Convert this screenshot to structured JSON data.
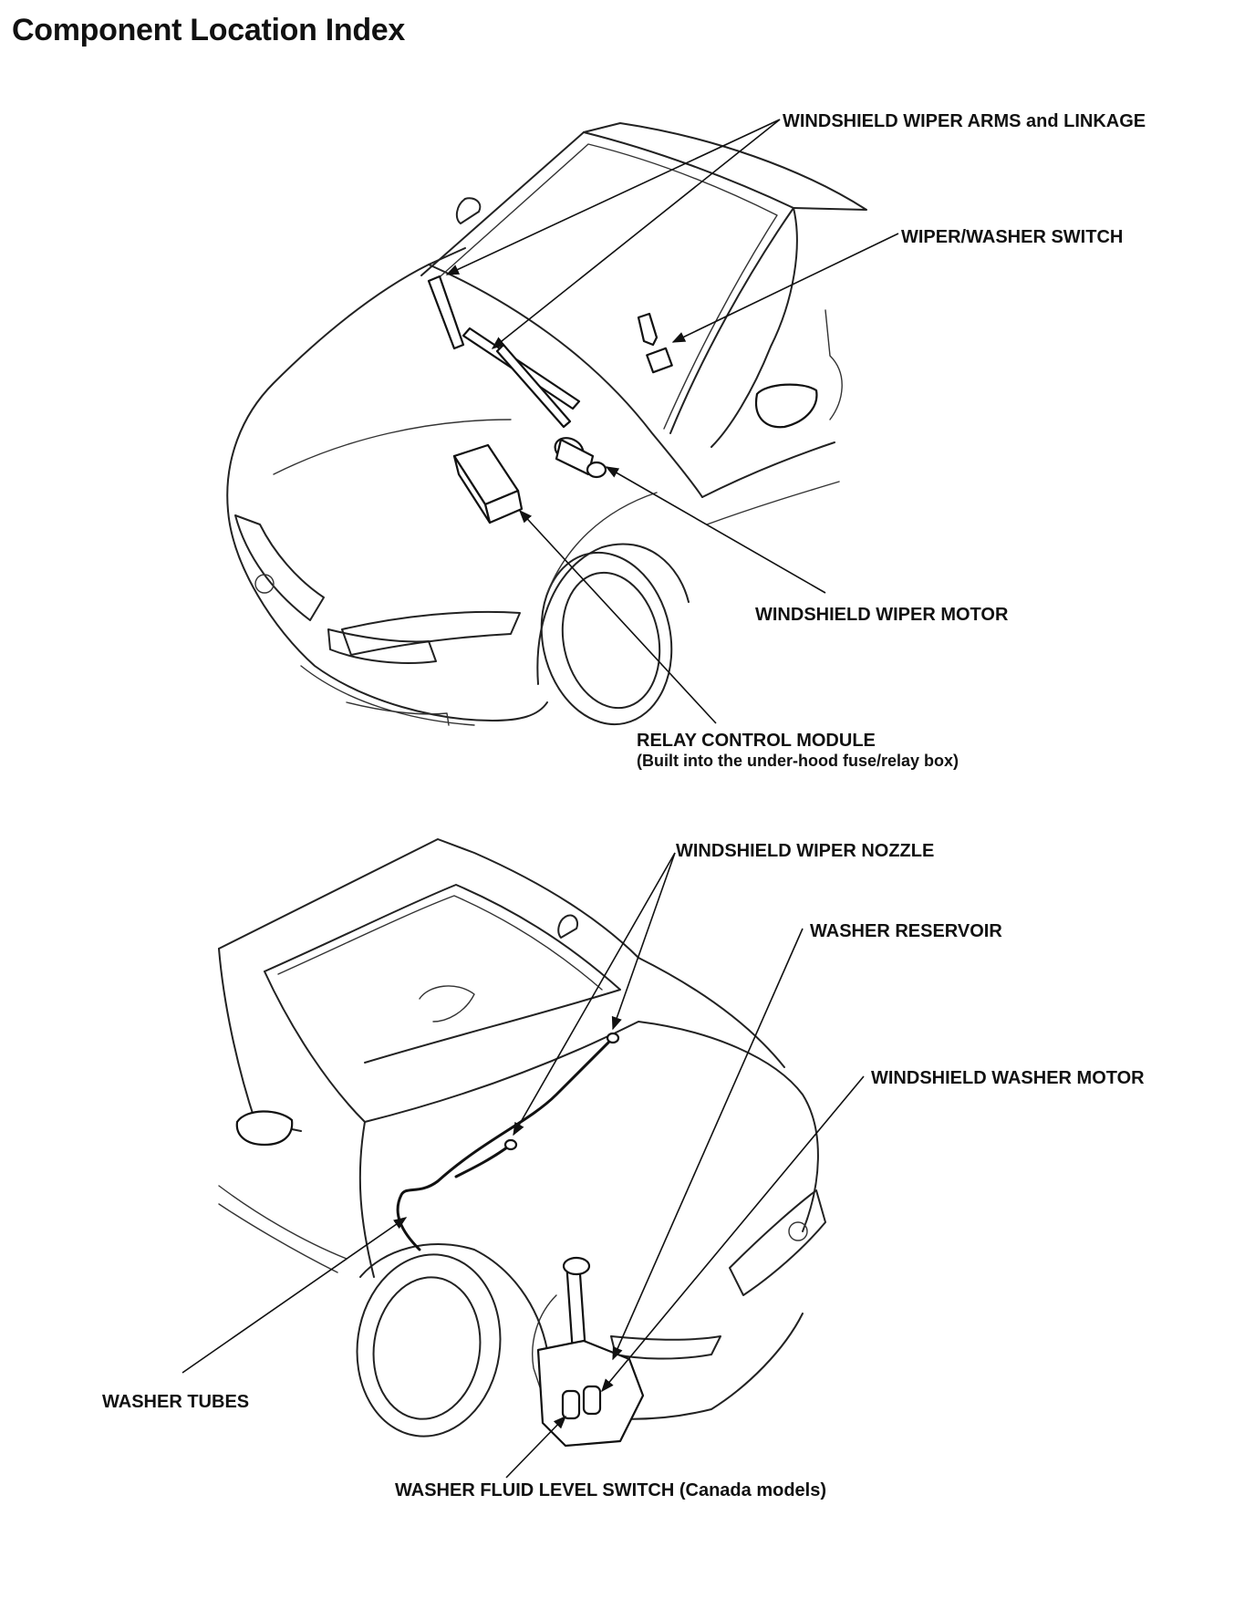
{
  "page": {
    "title": "Component Location Index"
  },
  "callouts": {
    "wiper_arms": "WINDSHIELD WIPER ARMS and LINKAGE",
    "wiper_washer_switch": "WIPER/WASHER SWITCH",
    "wiper_motor": "WINDSHIELD WIPER MOTOR",
    "relay_module": "RELAY CONTROL MODULE",
    "relay_module_note": "(Built into the under-hood fuse/relay box)",
    "wiper_nozzle": "WINDSHIELD WIPER NOZZLE",
    "washer_reservoir": "WASHER RESERVOIR",
    "washer_motor": "WINDSHIELD WASHER MOTOR",
    "washer_tubes": "WASHER TUBES",
    "fluid_level_switch": "WASHER FLUID LEVEL SWITCH (Canada models)"
  }
}
